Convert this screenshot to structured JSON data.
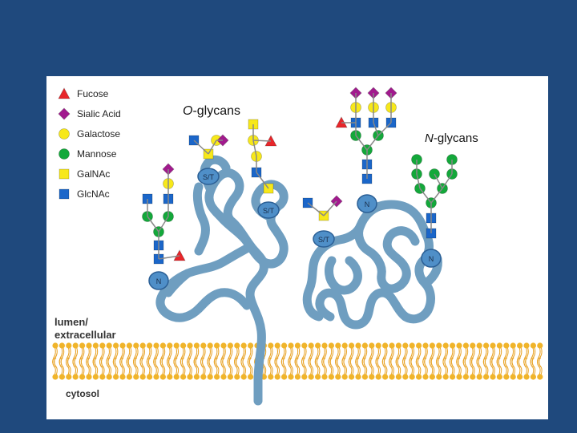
{
  "legend": {
    "items": [
      {
        "label": "Fucose",
        "shape": "triangle",
        "color": "#e8262a"
      },
      {
        "label": "Sialic Acid",
        "shape": "diamond",
        "color": "#a21a8e"
      },
      {
        "label": "Galactose",
        "shape": "circle",
        "color": "#f7e81a"
      },
      {
        "label": "Mannose",
        "shape": "circle",
        "color": "#13a83a"
      },
      {
        "label": "GalNAc",
        "shape": "square",
        "color": "#f7e81a"
      },
      {
        "label": "GlcNAc",
        "shape": "square",
        "color": "#1b66c9"
      }
    ]
  },
  "labels": {
    "o_glycans_italic": "O",
    "o_glycans_rest": "-glycans",
    "n_glycans_italic": "N",
    "n_glycans_rest": "-glycans",
    "lumen_line1": "lumen/",
    "lumen_line2": "extracellular",
    "cytosol": "cytosol"
  },
  "sites": {
    "st": "S/T",
    "n": "N"
  },
  "colors": {
    "background": "#1f497d",
    "protein": "#6f9ec0",
    "membrane_head": "#f0b42a",
    "site_fill": "#4f8fc8"
  }
}
